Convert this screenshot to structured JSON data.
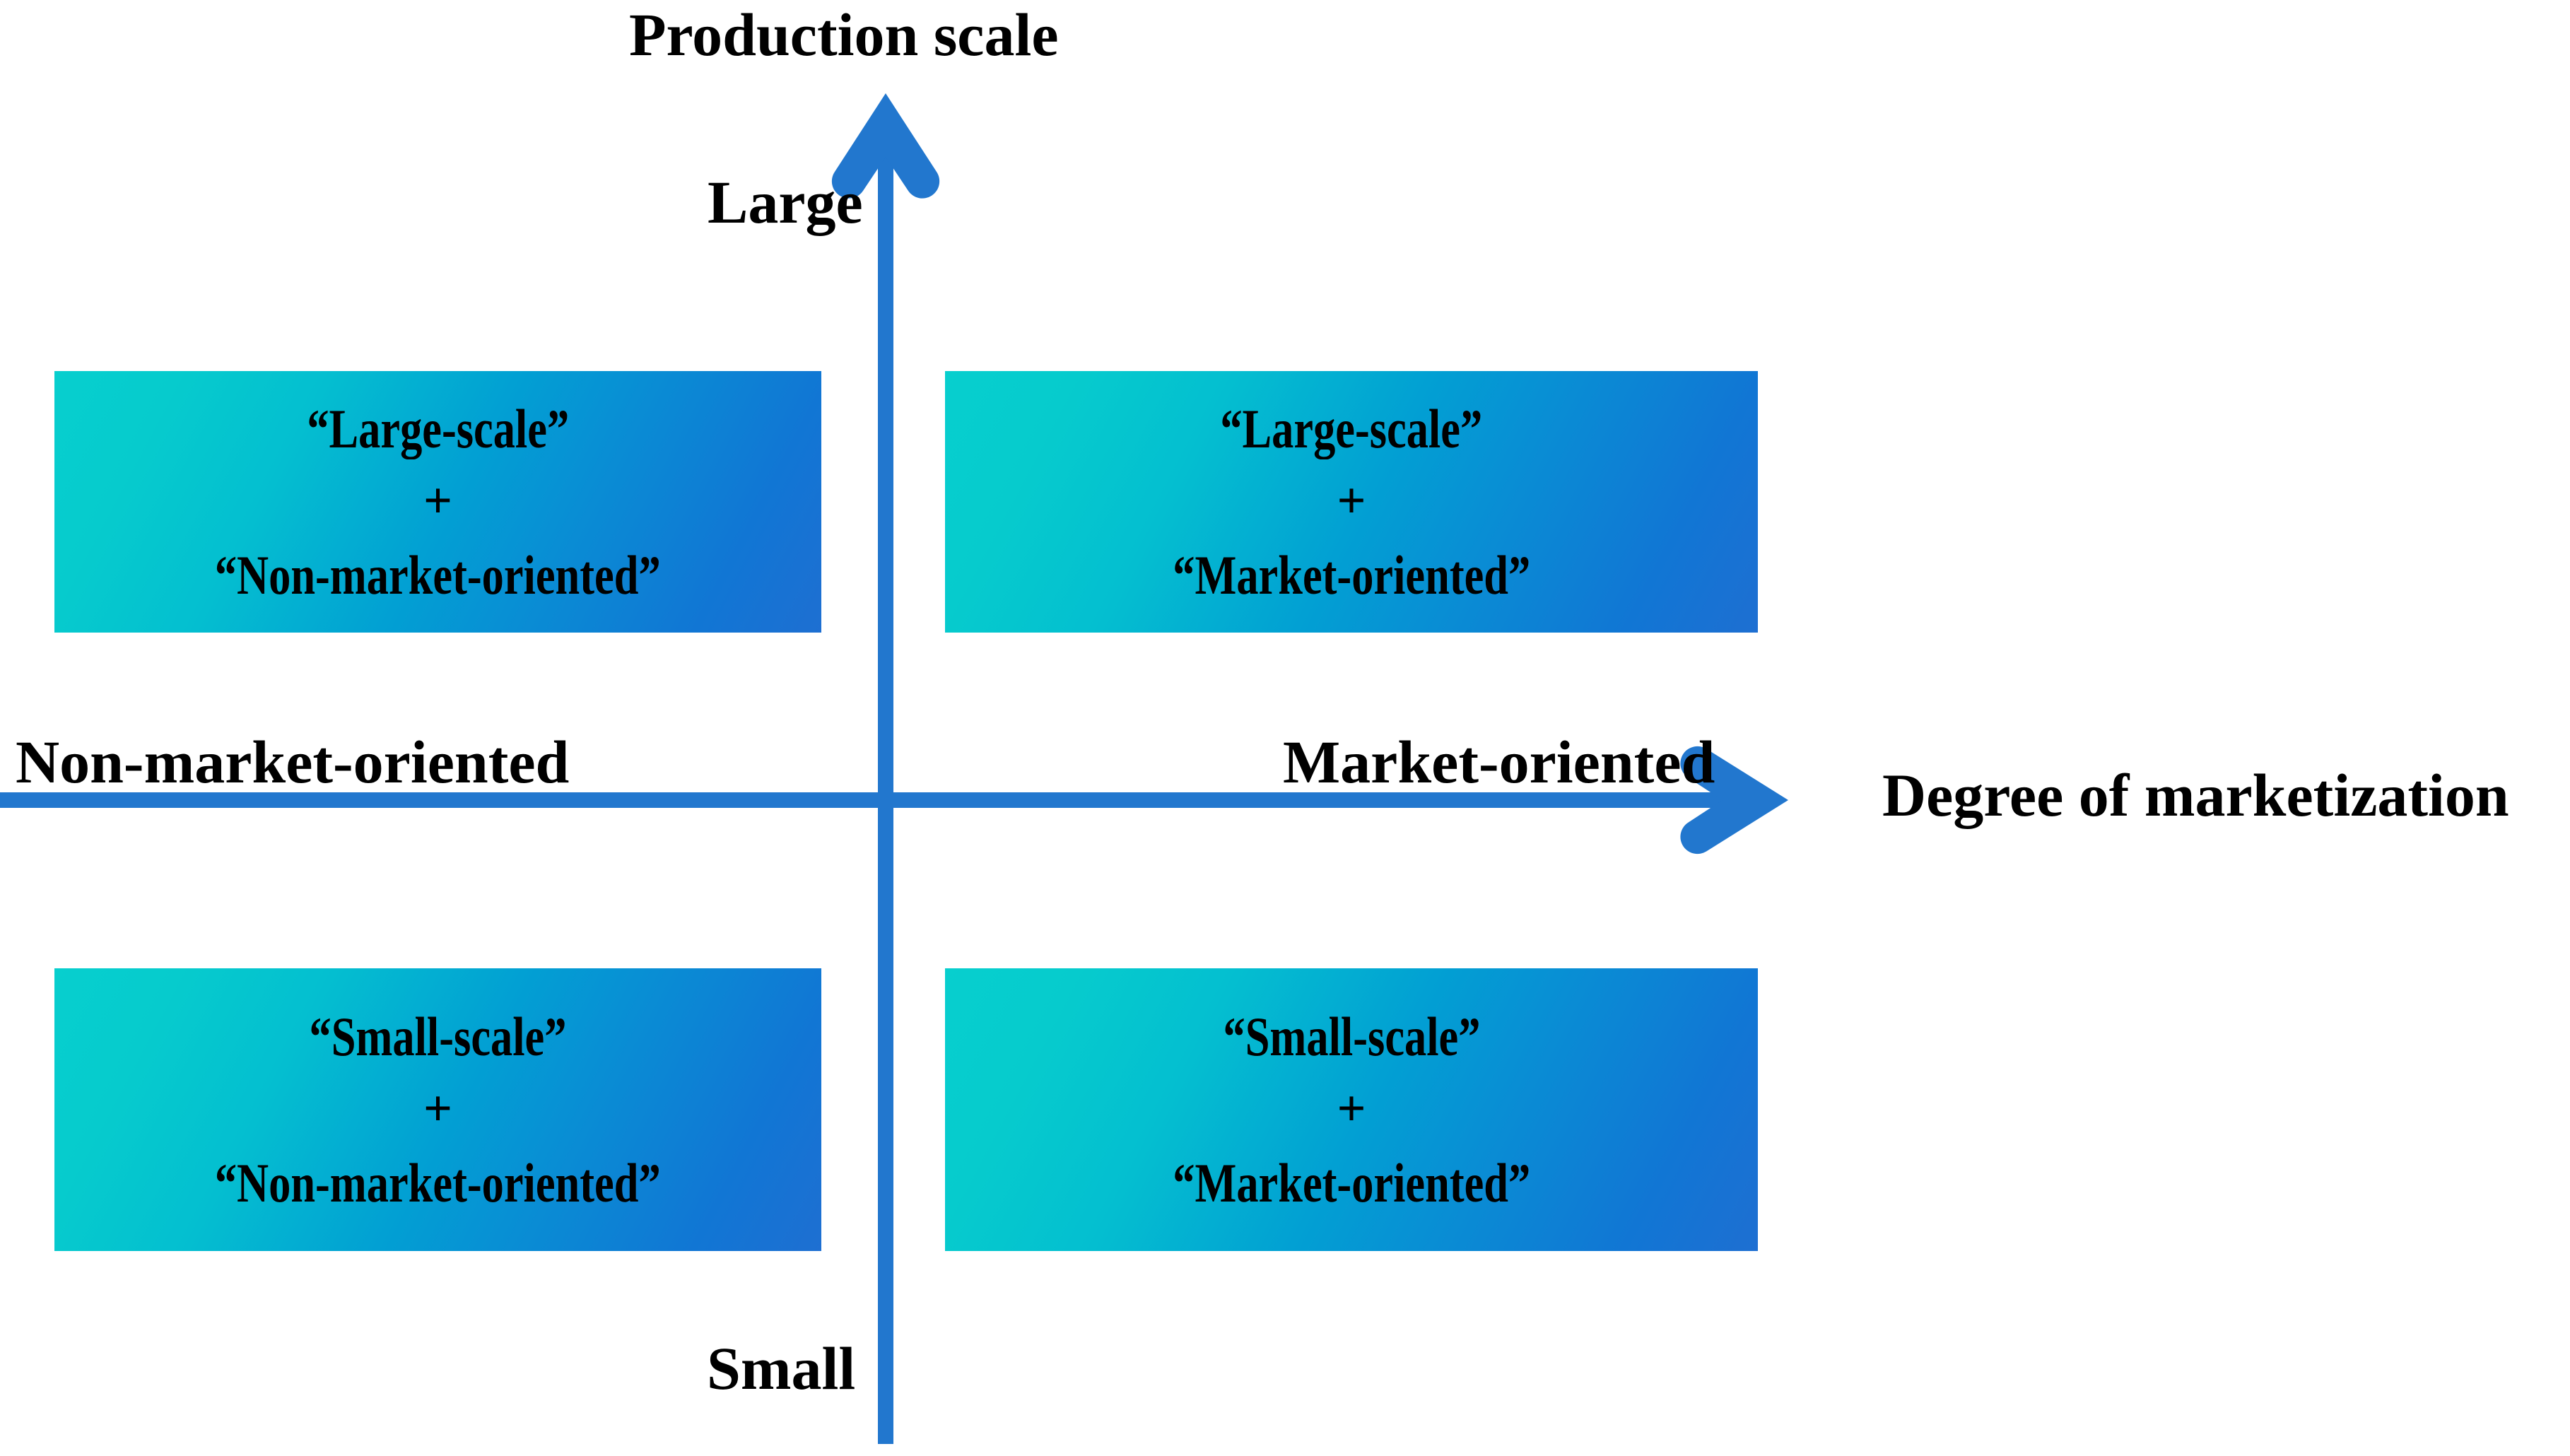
{
  "diagram": {
    "type": "two-axis-quadrant-matrix",
    "axes": {
      "vertical": {
        "title": "Production scale",
        "high_label": "Large",
        "low_label": "Small",
        "color": "#2277CE",
        "arrow_direction": "up"
      },
      "horizontal": {
        "title": "Degree of marketization",
        "left_label": "Non-market-oriented",
        "right_label": "Market-oriented",
        "color": "#2277CE",
        "arrow_direction": "right"
      }
    },
    "separator": "+",
    "box_gradient": {
      "from": "#07CFCE",
      "to": "#1E6FD2",
      "angle_deg": 118
    },
    "quadrants": [
      {
        "position": "top-left",
        "scale": "“Large-scale”",
        "orientation": "“Non-market-oriented”"
      },
      {
        "position": "top-right",
        "scale": "“Large-scale”",
        "orientation": "“Market-oriented”"
      },
      {
        "position": "bottom-left",
        "scale": "“Small-scale”",
        "orientation": "“Non-market-oriented”"
      },
      {
        "position": "bottom-right",
        "scale": "“Small-scale”",
        "orientation": "“Market-oriented”"
      }
    ]
  }
}
